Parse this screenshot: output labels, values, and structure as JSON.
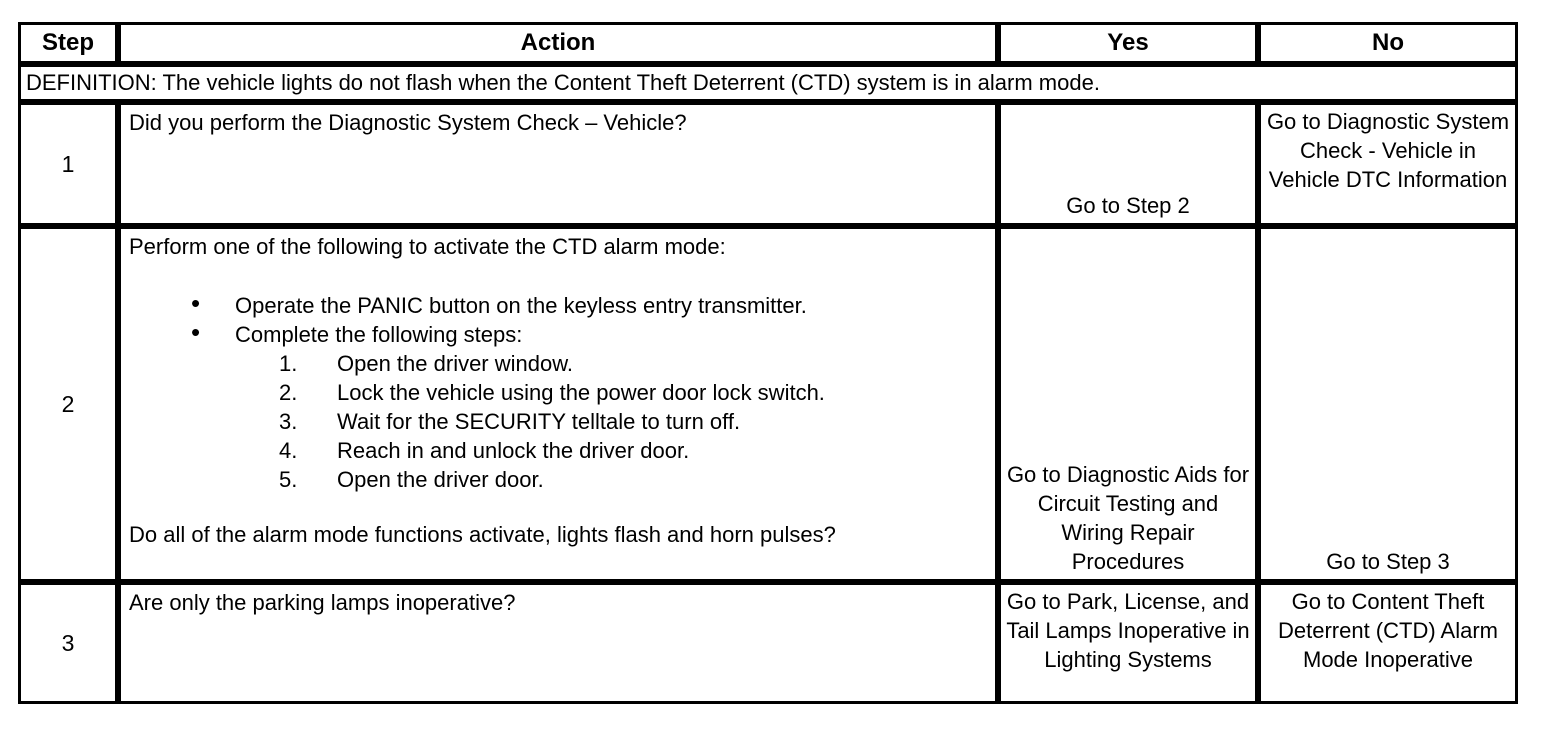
{
  "table": {
    "columns": [
      {
        "key": "step",
        "label": "Step"
      },
      {
        "key": "action",
        "label": "Action"
      },
      {
        "key": "yes",
        "label": "Yes"
      },
      {
        "key": "no",
        "label": "No"
      }
    ],
    "definition": "DEFINITION: The vehicle lights do not flash when the Content Theft Deterrent (CTD) system is in alarm mode.",
    "rows": [
      {
        "step": "1",
        "action_lead": "Did you perform the Diagnostic System Check – Vehicle?",
        "yes": "Go to Step 2",
        "yes_align": "bottom",
        "no": "Go to Diagnostic System Check - Vehicle in Vehicle DTC Information",
        "no_align": "top"
      },
      {
        "step": "2",
        "action_lead": "Perform one of the following to activate the CTD alarm mode:",
        "bullets": [
          "Operate the PANIC button on the keyless entry transmitter.",
          "Complete the following steps:"
        ],
        "numbered": [
          {
            "num": "1.",
            "text": "Open the driver window."
          },
          {
            "num": "2.",
            "text": "Lock the vehicle using the power door lock switch."
          },
          {
            "num": "3.",
            "text": "Wait for the SECURITY telltale to turn off."
          },
          {
            "num": "4.",
            "text": "Reach in and unlock the driver door."
          },
          {
            "num": "5.",
            "text": "Open the driver door."
          }
        ],
        "action_tail": "Do all of the alarm mode functions activate, lights flash and horn pulses?",
        "yes": "Go to Diagnostic Aids for Circuit Testing and Wiring Repair Procedures",
        "yes_align": "bottom",
        "no": "Go to Step 3",
        "no_align": "bottom"
      },
      {
        "step": "3",
        "action_lead": "Are only the parking lamps inoperative?",
        "yes": "Go to Park, License, and Tail Lamps Inoperative in Lighting Systems",
        "yes_align": "top",
        "no": "Go to Content Theft Deterrent (CTD) Alarm Mode Inoperative",
        "no_align": "top"
      }
    ]
  },
  "style": {
    "border_color": "#000000",
    "background": "#ffffff",
    "text_color": "#000000"
  }
}
